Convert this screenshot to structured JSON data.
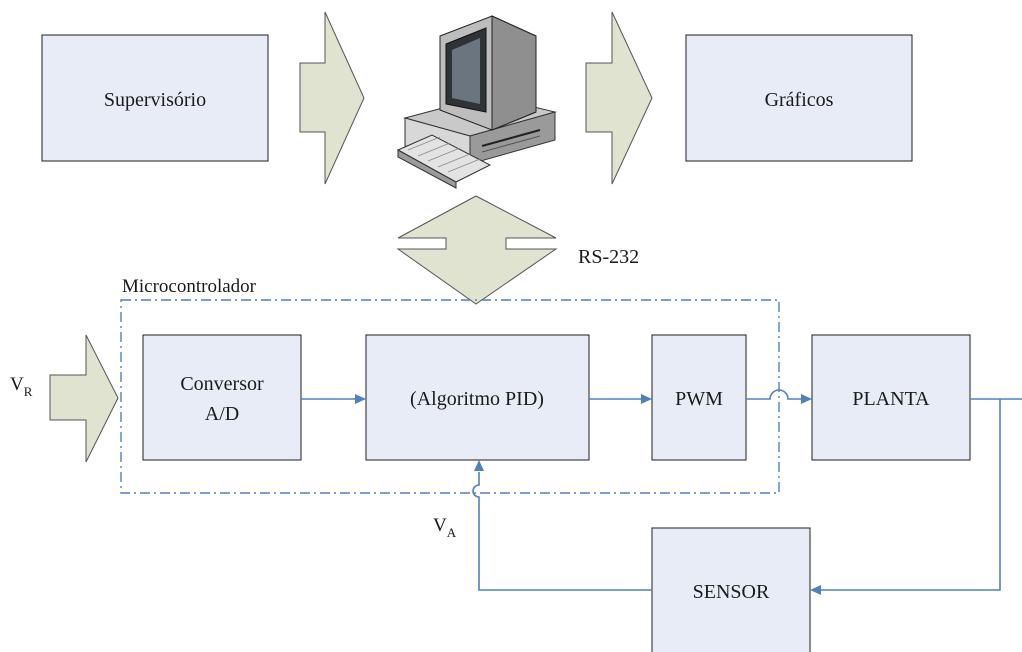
{
  "blocks": {
    "supervisorio": "Supervisório",
    "graficos": "Gráficos",
    "conversor_line1": "Conversor",
    "conversor_line2": "A/D",
    "pid": "(Algoritmo PID)",
    "pwm": "PWM",
    "planta": "PLANTA",
    "sensor": "SENSOR"
  },
  "labels": {
    "rs232": "RS-232",
    "microcontrolador": "Microcontrolador",
    "vr_main": "V",
    "vr_sub": "R",
    "va_main": "V",
    "va_sub": "A"
  },
  "icons": {
    "computer": "desktop-computer-icon"
  },
  "colors": {
    "block_fill": "#e8ecf7",
    "block_stroke": "#1e1e1e",
    "arrow_fill": "#dfe3cf",
    "wire": "#4f81bd"
  }
}
